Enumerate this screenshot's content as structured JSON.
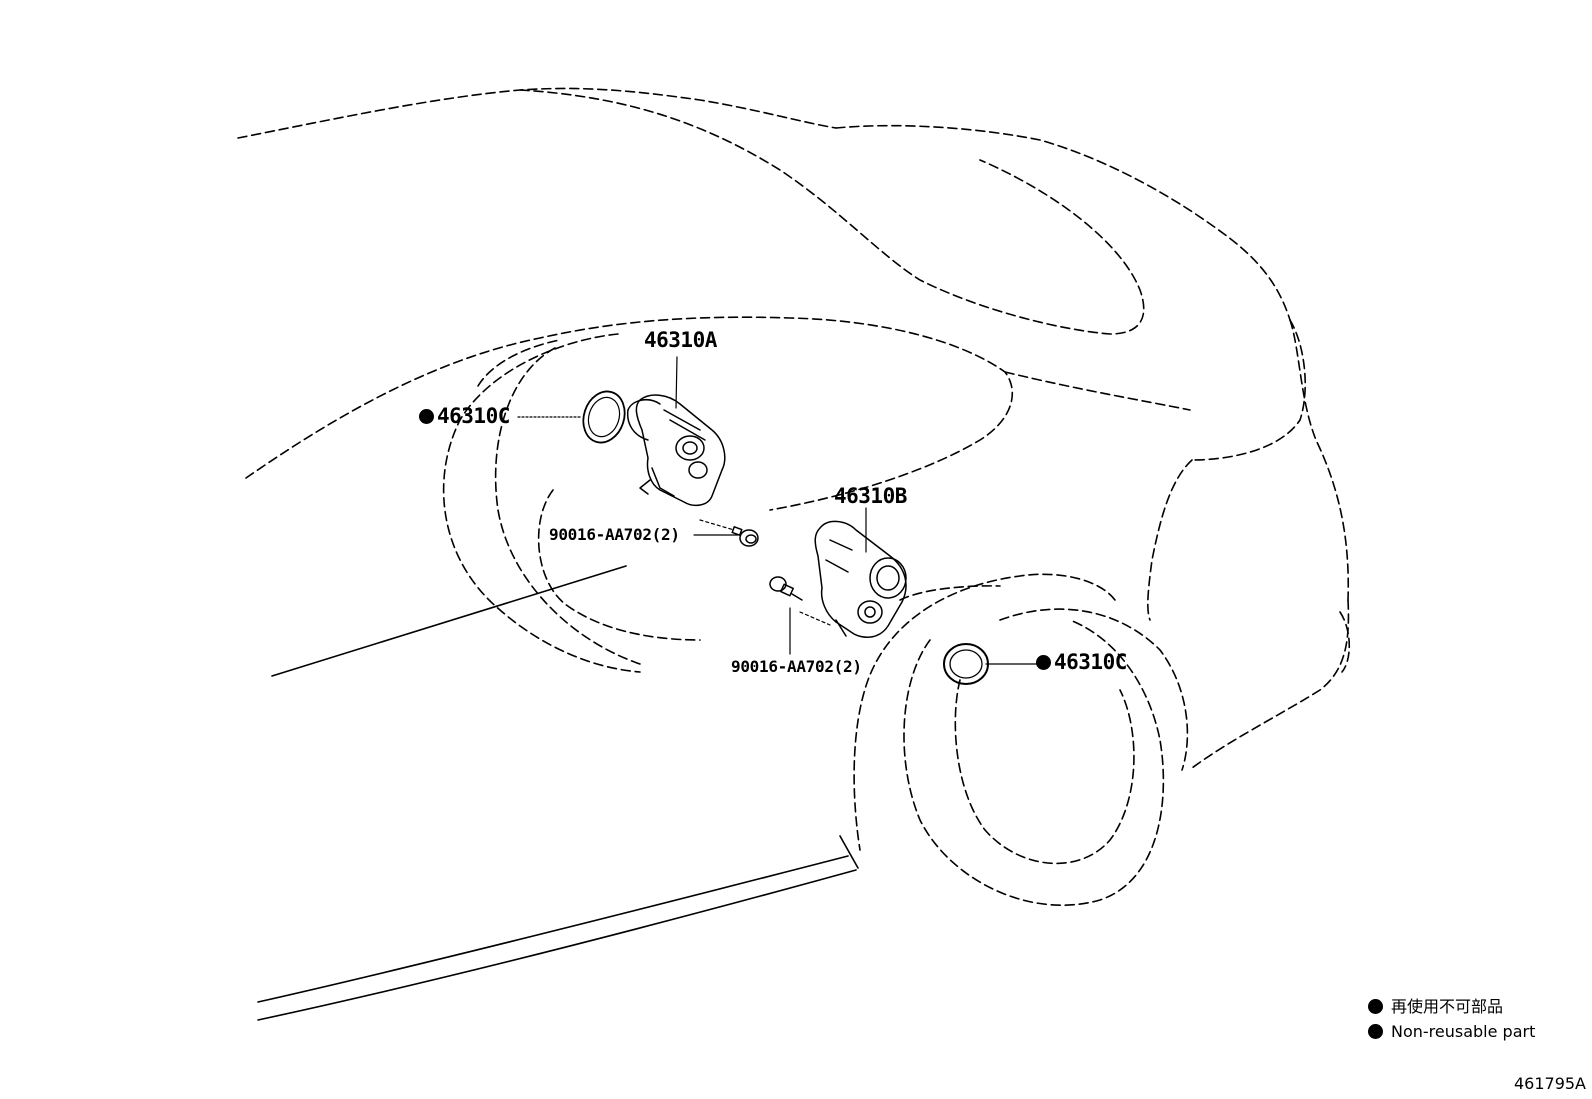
{
  "callouts": {
    "actuator_a": "46310A",
    "actuator_b": "46310B",
    "seal_left": "46310C",
    "seal_right": "46310C",
    "bolt_left": "90016-AA702(2)",
    "bolt_right": "90016-AA702(2)"
  },
  "legend": {
    "marker": "non-reusable-dot",
    "japanese": "再使用不可部品",
    "english": "Non-reusable part"
  },
  "diagram_id": "461795A"
}
